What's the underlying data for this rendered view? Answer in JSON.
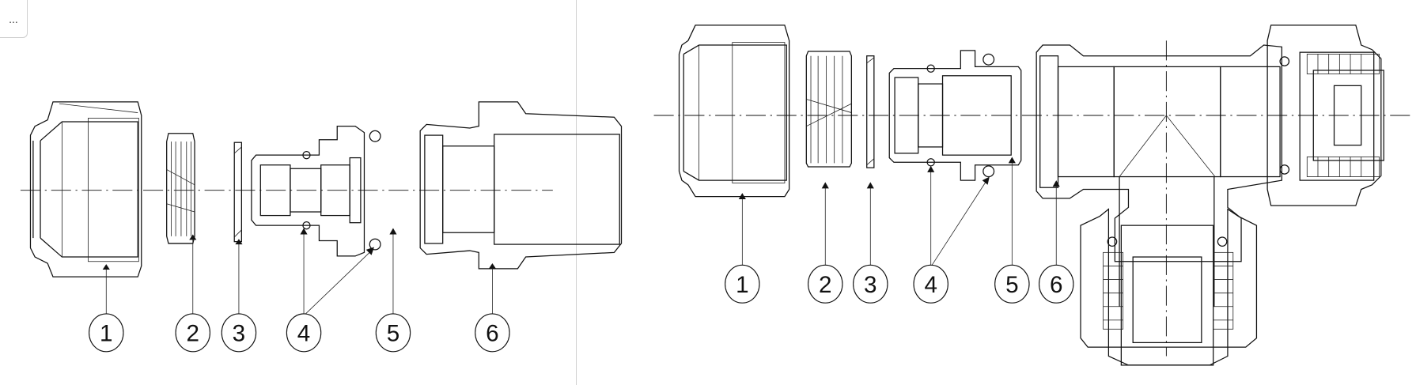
{
  "toolbar": {
    "more_label": "..."
  },
  "left_drawing": {
    "title": "compression coupling exploded view",
    "callouts": [
      "1",
      "2",
      "3",
      "4",
      "5",
      "6"
    ]
  },
  "right_drawing": {
    "title": "compression tee exploded view",
    "callouts": [
      "1",
      "2",
      "3",
      "4",
      "5",
      "6"
    ]
  }
}
